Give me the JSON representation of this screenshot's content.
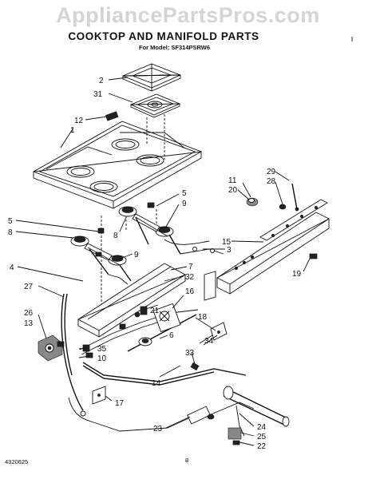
{
  "header": {
    "watermark": "AppliancePartsPros.com",
    "title": "COOKTOP AND MANIFOLD PARTS",
    "subtitle": "For Model: SF314PSRW6"
  },
  "callouts": [
    {
      "id": "c2",
      "text": "2"
    },
    {
      "id": "c31",
      "text": "31"
    },
    {
      "id": "c12",
      "text": "12"
    },
    {
      "id": "c1",
      "text": "1"
    },
    {
      "id": "c5a",
      "text": "5"
    },
    {
      "id": "c9a",
      "text": "9"
    },
    {
      "id": "c8a",
      "text": "8"
    },
    {
      "id": "c5b",
      "text": "5"
    },
    {
      "id": "c8b",
      "text": "8"
    },
    {
      "id": "c9b",
      "text": "9"
    },
    {
      "id": "c4",
      "text": "4"
    },
    {
      "id": "c27",
      "text": "27"
    },
    {
      "id": "c26",
      "text": "26"
    },
    {
      "id": "c13",
      "text": "13"
    },
    {
      "id": "c11",
      "text": "11"
    },
    {
      "id": "c20",
      "text": "20"
    },
    {
      "id": "c29",
      "text": "29"
    },
    {
      "id": "c28",
      "text": "28"
    },
    {
      "id": "c15",
      "text": "15"
    },
    {
      "id": "c3",
      "text": "3"
    },
    {
      "id": "c7",
      "text": "7"
    },
    {
      "id": "c32",
      "text": "32"
    },
    {
      "id": "c19",
      "text": "19"
    },
    {
      "id": "c16",
      "text": "16"
    },
    {
      "id": "c21",
      "text": "21"
    },
    {
      "id": "c18",
      "text": "18"
    },
    {
      "id": "c6",
      "text": "6"
    },
    {
      "id": "c34",
      "text": "34"
    },
    {
      "id": "c33",
      "text": "33"
    },
    {
      "id": "c35",
      "text": "35"
    },
    {
      "id": "c10",
      "text": "10"
    },
    {
      "id": "c14",
      "text": "14"
    },
    {
      "id": "c17",
      "text": "17"
    },
    {
      "id": "c23",
      "text": "23"
    },
    {
      "id": "c24",
      "text": "24"
    },
    {
      "id": "c25",
      "text": "25"
    },
    {
      "id": "c22",
      "text": "22"
    }
  ],
  "footer": {
    "code": "4320625",
    "page": "8"
  }
}
